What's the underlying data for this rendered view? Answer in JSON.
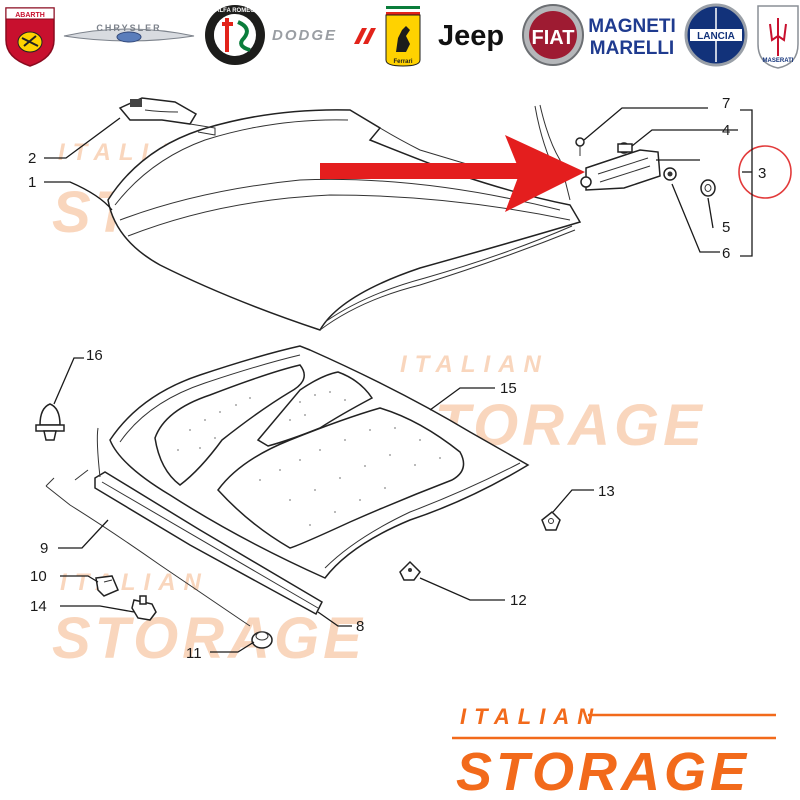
{
  "brand_logos": [
    {
      "name": "abarth-logo",
      "text": "ABARTH"
    },
    {
      "name": "chrysler-logo",
      "text": "CHRYSLER"
    },
    {
      "name": "alfa-romeo-logo",
      "text": "ALFA ROMEO"
    },
    {
      "name": "dodge-logo",
      "text": "DODGE"
    },
    {
      "name": "ferrari-logo",
      "text": "Ferrari"
    },
    {
      "name": "jeep-logo",
      "text": "Jeep"
    },
    {
      "name": "fiat-logo",
      "text": "FIAT"
    },
    {
      "name": "magneti-marelli-logo",
      "text": "MAGNETI MARELLI"
    },
    {
      "name": "lancia-logo",
      "text": "LANCIA"
    },
    {
      "name": "maserati-logo",
      "text": "MASERATI"
    }
  ],
  "part_labels": {
    "p1": "1",
    "p2": "2",
    "p3": "3",
    "p4": "4",
    "p5": "5",
    "p6": "6",
    "p7": "7",
    "p8": "8",
    "p9": "9",
    "p10": "10",
    "p11": "11",
    "p12": "12",
    "p13": "13",
    "p14": "14",
    "p15": "15",
    "p16": "16"
  },
  "watermark": {
    "line1": "ITALIAN",
    "line2": "STORAGE"
  },
  "footer_brand": {
    "line1": "ITALIAN",
    "line2": "STORAGE"
  },
  "colors": {
    "accent_orange": "#f26a1b",
    "watermark_orange": "#f7c9a8",
    "arrow_red": "#e41e1e",
    "highlight_circle": "#e23a3a"
  }
}
